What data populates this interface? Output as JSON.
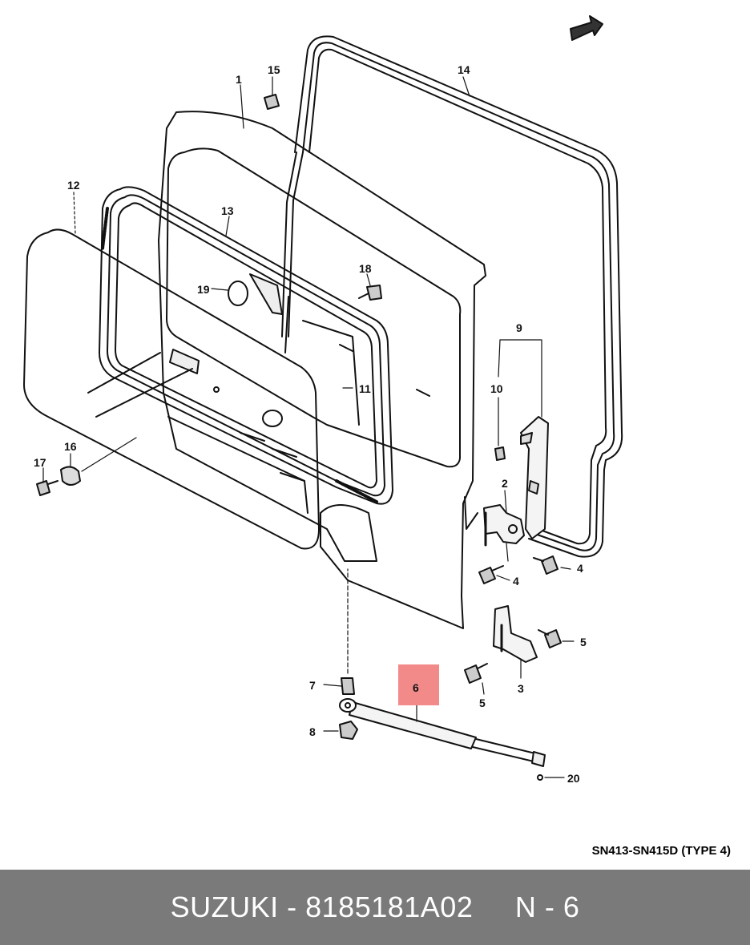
{
  "diagram": {
    "labels": {
      "l1": "1",
      "l2": "2",
      "l3": "3",
      "l4a": "4",
      "l4b": "4",
      "l5a": "5",
      "l5b": "5",
      "l6": "6",
      "l7": "7",
      "l8": "8",
      "l9": "9",
      "l10": "10",
      "l11": "11",
      "l12": "12",
      "l13": "13",
      "l14": "14",
      "l15": "15",
      "l16": "16",
      "l17": "17",
      "l18": "18",
      "l19": "19",
      "l20": "20"
    },
    "model_code": "SN413-SN415D (TYPE 4)",
    "highlight_color": "#f28a8a",
    "front_arrow": "front-arrow-icon"
  },
  "footer": {
    "brand": "SUZUKI",
    "part_number": "8185181A02",
    "text": "SUZUKI - 8185181A02     N - 6",
    "background": "#7a7a7a"
  }
}
